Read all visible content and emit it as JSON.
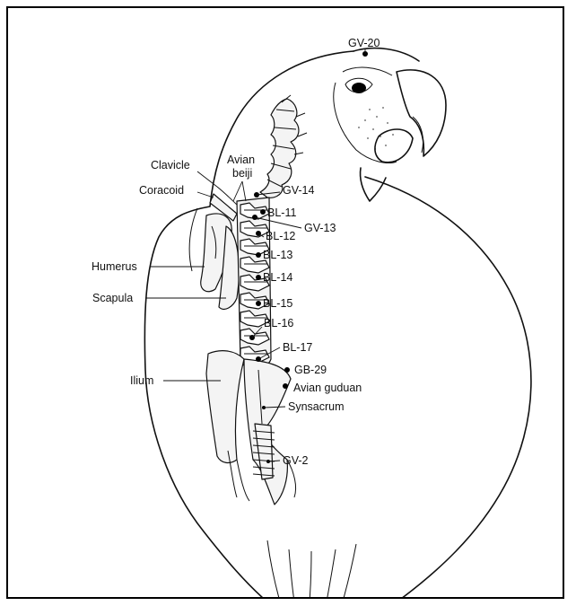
{
  "labels": {
    "gv20": "GV-20",
    "clavicle": "Clavicle",
    "avian_beiji": "Avian\nbeiji",
    "coracoid": "Coracoid",
    "gv14": "GV-14",
    "bl11": "BL-11",
    "gv13": "GV-13",
    "bl12": "BL-12",
    "humerus": "Humerus",
    "bl13": "BL-13",
    "bl14": "BL-14",
    "scapula": "Scapula",
    "bl15": "BL-15",
    "bl16": "BL-16",
    "bl17": "BL-17",
    "ilium": "Ilium",
    "gb29": "GB-29",
    "avian_guduan": "Avian guduan",
    "synsacrum": "Synsacrum",
    "gv2": "GV-2"
  },
  "colors": {
    "ink": "#111111",
    "background": "#ffffff",
    "point": "#000000"
  }
}
